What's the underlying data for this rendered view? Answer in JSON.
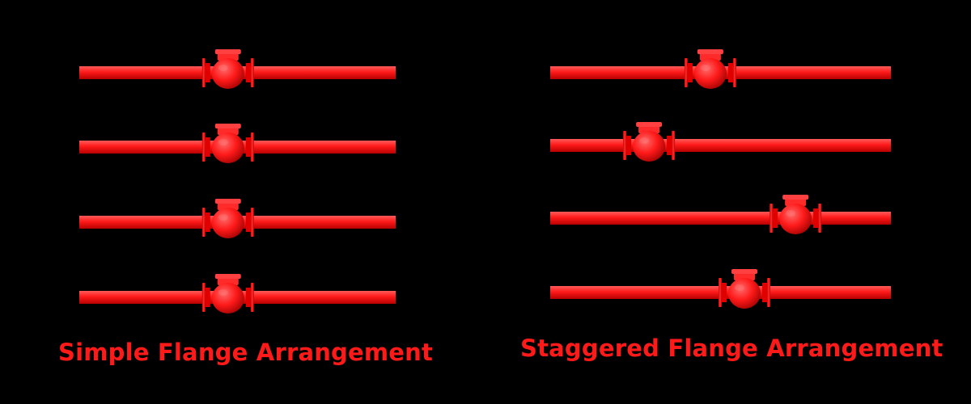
{
  "colors": {
    "background": "#000000",
    "pipe": "#ff1a1a",
    "caption": "#ff1a1a"
  },
  "panels": [
    {
      "caption": "Simple Flange Arrangement",
      "rows": [
        {
          "valve_position_fraction": 0.47
        },
        {
          "valve_position_fraction": 0.47
        },
        {
          "valve_position_fraction": 0.47
        },
        {
          "valve_position_fraction": 0.47
        }
      ]
    },
    {
      "caption": "Staggered Flange Arrangement",
      "rows": [
        {
          "valve_position_fraction": 0.47
        },
        {
          "valve_position_fraction": 0.29
        },
        {
          "valve_position_fraction": 0.72
        },
        {
          "valve_position_fraction": 0.57
        }
      ]
    }
  ]
}
